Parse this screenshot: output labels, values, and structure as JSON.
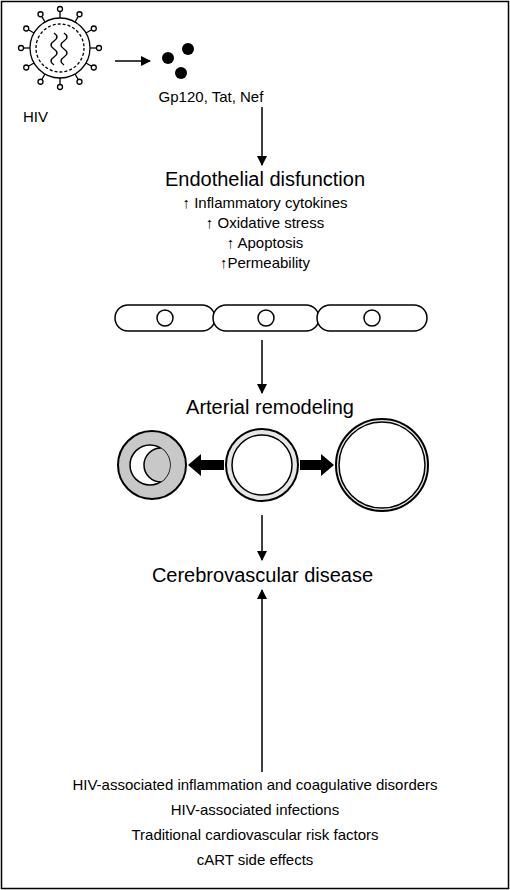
{
  "diagram": {
    "nodes": [
      {
        "text": [
          "HIV"
        ]
      },
      {
        "text": [
          "Gp120, Tat, Nef"
        ]
      },
      {
        "text": [
          "Endothelial disfunction",
          "↑ Inflammatory cytokines",
          "↑ Oxidative stress",
          "↑ Apoptosis",
          "↑Permeability"
        ]
      },
      {
        "text": [
          "Arterial remodeling"
        ]
      },
      {
        "text": [
          "Cerebrovascular disease"
        ]
      },
      {
        "text": [
          "HIV-associated inflammation and coagulative disorders",
          "HIV-associated infections",
          "Traditional cardiovascular risk factors",
          "cART side effects"
        ]
      }
    ],
    "edges": [
      {
        "from": 0,
        "to": 1,
        "arrow": "to"
      },
      {
        "from": 1,
        "to": 2,
        "arrow": "to"
      },
      {
        "from": 2,
        "to": 3,
        "arrow": "to"
      },
      {
        "from": 3,
        "to": 4,
        "arrow": "to"
      },
      {
        "from": 5,
        "to": 4,
        "arrow": "to"
      }
    ]
  }
}
